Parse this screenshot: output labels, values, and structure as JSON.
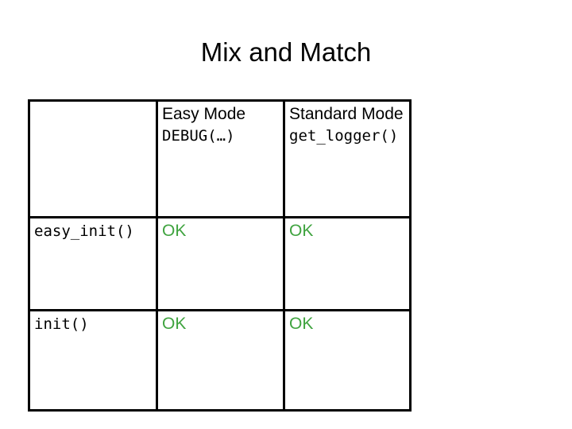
{
  "slide": {
    "title": "Mix and Match",
    "background_color": "#ffffff",
    "text_color": "#000000",
    "ok_color": "#3fa33f",
    "border_color": "#000000"
  },
  "table": {
    "corner_label": "",
    "columns": [
      {
        "id": "row-label",
        "title": "",
        "api": ""
      },
      {
        "id": "easy-mode",
        "title": "Easy Mode",
        "api": "DEBUG(…)"
      },
      {
        "id": "standard-mode",
        "title": "Standard Mode",
        "api": "get_logger()"
      }
    ],
    "rows": [
      {
        "label": "easy_init()",
        "cells": [
          "OK",
          "OK"
        ]
      },
      {
        "label": "init()",
        "cells": [
          "OK",
          "OK"
        ]
      }
    ]
  }
}
